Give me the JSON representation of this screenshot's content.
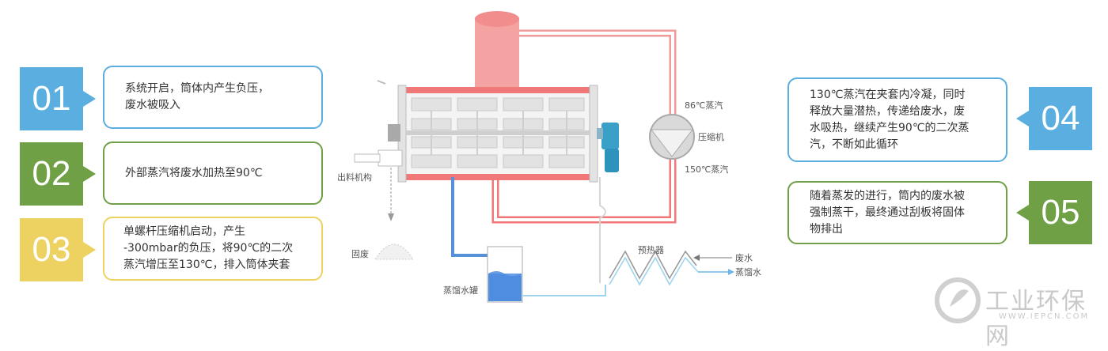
{
  "steps_left": [
    {
      "num": "01",
      "text": "系统开启，筒体内产生负压，\n废水被吸入",
      "color": "#5aaee0"
    },
    {
      "num": "02",
      "text": "外部蒸汽将废水加热至90℃",
      "color": "#6fa045"
    },
    {
      "num": "03",
      "text": "单螺杆压缩机启动，产生\n-300mbar的负压，将90℃的二次\n蒸汽增压至130℃，排入筒体夹套",
      "color": "#edd262"
    }
  ],
  "steps_right": [
    {
      "num": "04",
      "text": "130℃蒸汽在夹套内冷凝，同时\n释放大量潜热，传递给废水，废\n水吸热，继续产生90℃的二次蒸\n汽，不断如此循环",
      "color": "#5aaee0"
    },
    {
      "num": "05",
      "text": "随着蒸发的进行，筒内的废水被\n强制蒸干，最终通过刮板将固体\n物排出",
      "color": "#6fa045"
    }
  ],
  "diagram": {
    "label_86": "86℃蒸汽",
    "label_compressor": "压缩机",
    "label_150": "150℃蒸汽",
    "label_discharge": "出料机构",
    "label_solid_waste": "固废",
    "label_preheater": "预热器",
    "label_wastewater": "废水",
    "label_distilled": "蒸馏水",
    "label_tank": "蒸馏水罐"
  },
  "watermark": {
    "text": "工业环保网",
    "url": "WWW.IEPCN.COM"
  }
}
